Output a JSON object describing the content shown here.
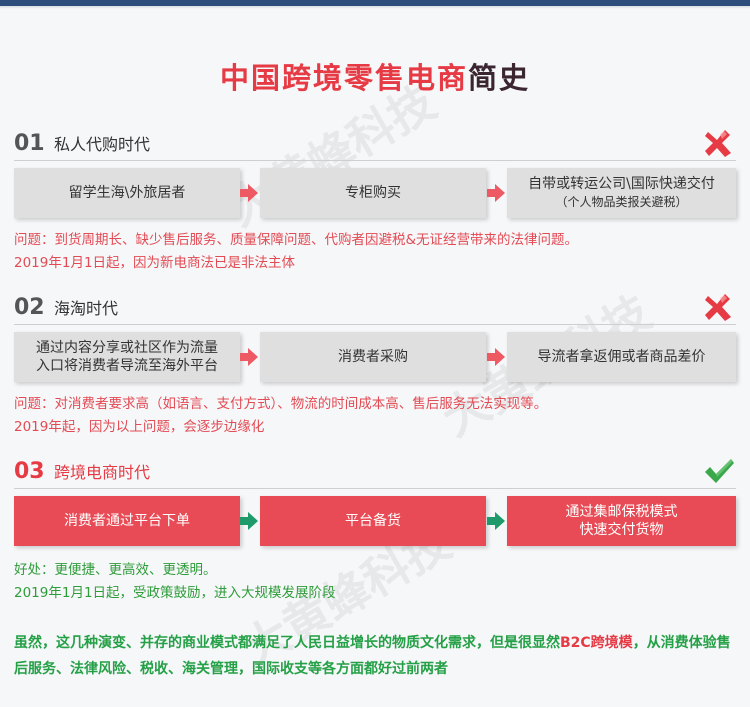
{
  "title": {
    "part1": "中国跨境零售电商",
    "part2": "简史"
  },
  "watermark": "大黄蜂科技",
  "sections": [
    {
      "number": "01",
      "name": "私人代购时代",
      "status": "x-mark",
      "steps": [
        "留学生海\\外旅居者",
        "专柜购买",
        "自带或转运公司\\国际快递交付"
      ],
      "step3_sub": "（个人物品类报关避税）",
      "note1": "问题：到货周期长、缺少售后服务、质量保障问题、代购者因避税&无证经营带来的法律问题。",
      "note2": "2019年1月1日起，因为新电商法已是非法主体"
    },
    {
      "number": "02",
      "name": "海淘时代",
      "status": "x-mark",
      "steps": [
        "通过内容分享或社区作为流量入口将消费者导流至海外平台",
        "消费者采购",
        "导流者拿返佣或者商品差价"
      ],
      "step1_line1": "通过内容分享或社区作为流量",
      "step1_line2": "入口将消费者导流至海外平台",
      "note1": "问题：对消费者要求高（如语言、支付方式）、物流的时间成本高、售后服务无法实现等。",
      "note2": "2019年起，因为以上问题，会逐步边缘化"
    },
    {
      "number": "03",
      "name": "跨境电商时代",
      "status": "check-mark",
      "steps": [
        "消费者通过平台下单",
        "平台备货",
        "通过集邮保税模式快速交付货物"
      ],
      "step3_line1": "通过集邮保税模式",
      "step3_line2": "快速交付货物",
      "note1": "好处：更便捷、更高效、更透明。",
      "note2": "2019年1月1日起，受政策鼓励，进入大规模发展阶段"
    }
  ],
  "summary": {
    "text1": "虽然，这几种演变、并存的商业模式都满足了人民日益增长的物质文化需求，但是很显然",
    "highlight": "B2C跨境模",
    "text2": "，从消费体验售后服务、法律风险、税收、海关管理，国际收支等各方面都好过前两者"
  },
  "colors": {
    "accent": "#e63a44",
    "green": "#2f9c3a",
    "gray_box": "#dfdfdf",
    "red_box": "#e84b55"
  }
}
